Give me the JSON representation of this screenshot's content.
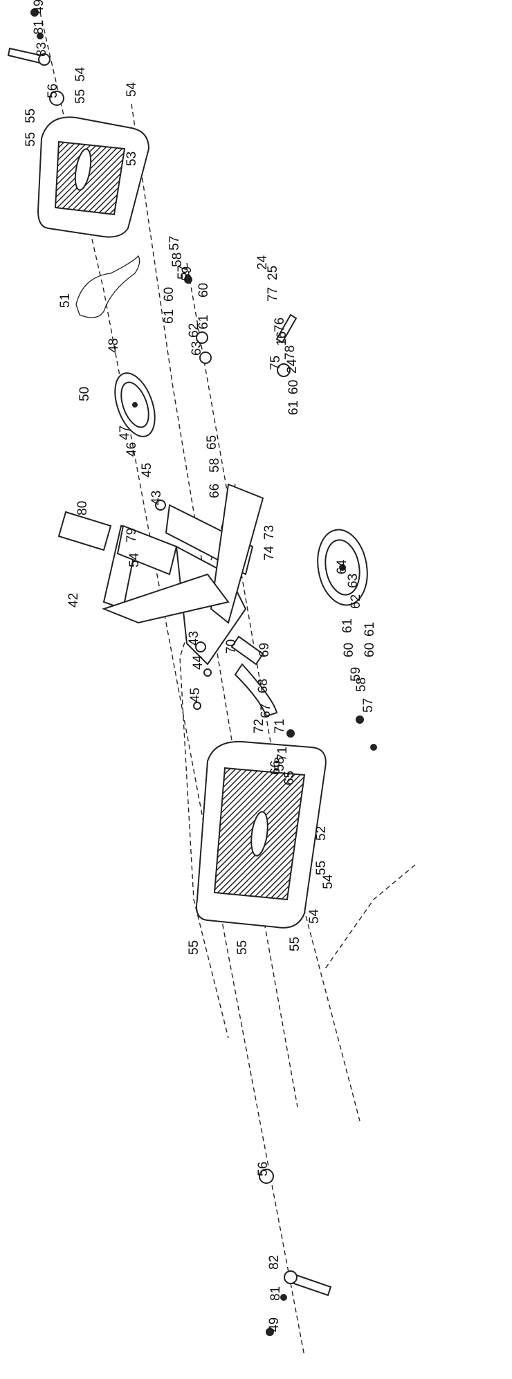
{
  "diagram": {
    "type": "exploded-parts-diagram",
    "part_labels": [
      "49",
      "81",
      "83",
      "54",
      "55",
      "54",
      "56",
      "55",
      "55",
      "53",
      "57",
      "58",
      "57",
      "59",
      "60",
      "60",
      "61",
      "61",
      "62",
      "63",
      "51",
      "48",
      "50",
      "47",
      "46",
      "45",
      "65",
      "58",
      "66",
      "43",
      "80",
      "79",
      "54",
      "42",
      "73",
      "74",
      "24",
      "25",
      "77",
      "76",
      "16",
      "78",
      "24",
      "75",
      "60",
      "61",
      "43",
      "44",
      "45",
      "70",
      "69",
      "68",
      "67",
      "72",
      "71",
      "71",
      "66",
      "58",
      "65",
      "64",
      "63",
      "62",
      "61",
      "61",
      "60",
      "60",
      "59",
      "58",
      "57",
      "52",
      "55",
      "54",
      "54",
      "55",
      "55",
      "55",
      "56",
      "82",
      "81",
      "49"
    ]
  }
}
